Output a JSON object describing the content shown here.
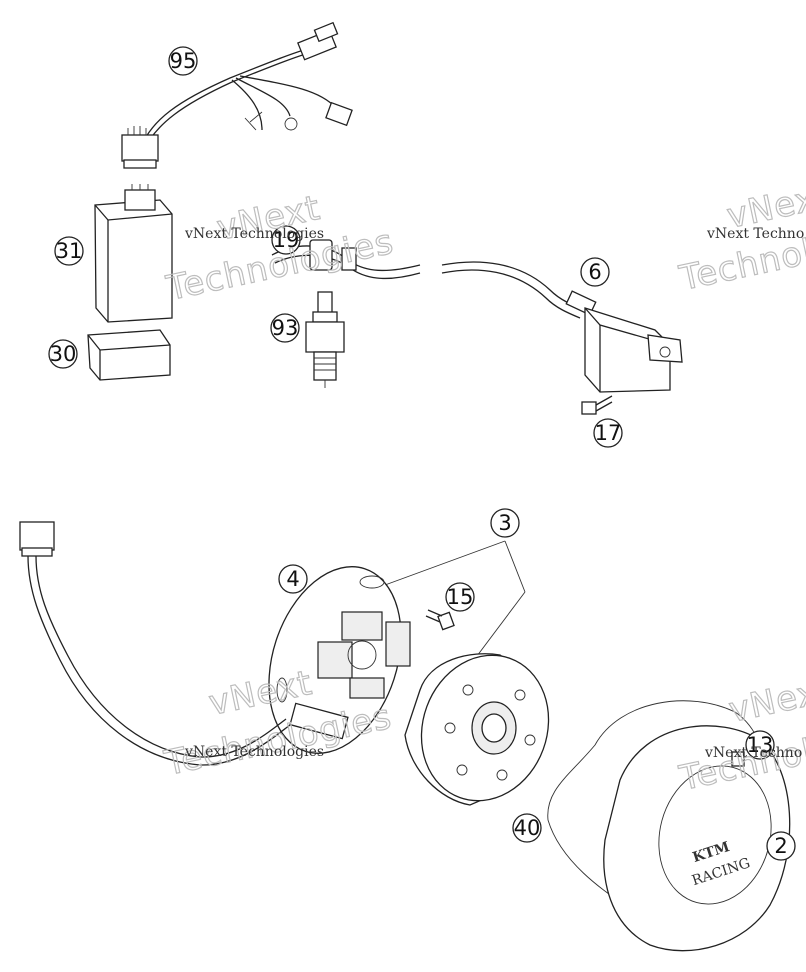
{
  "callouts": [
    "95",
    "31",
    "19",
    "93",
    "30",
    "6",
    "17",
    "3",
    "4",
    "15",
    "13",
    "40",
    "2"
  ],
  "watermark": {
    "company": "vNext Technologies",
    "prefix": "vNext",
    "overlay_big": "Technologies",
    "overlay_top": "vNext",
    "cut_company": "vNext Techno"
  },
  "logo_text": {
    "brand": "KTM",
    "sub": "RACING"
  }
}
